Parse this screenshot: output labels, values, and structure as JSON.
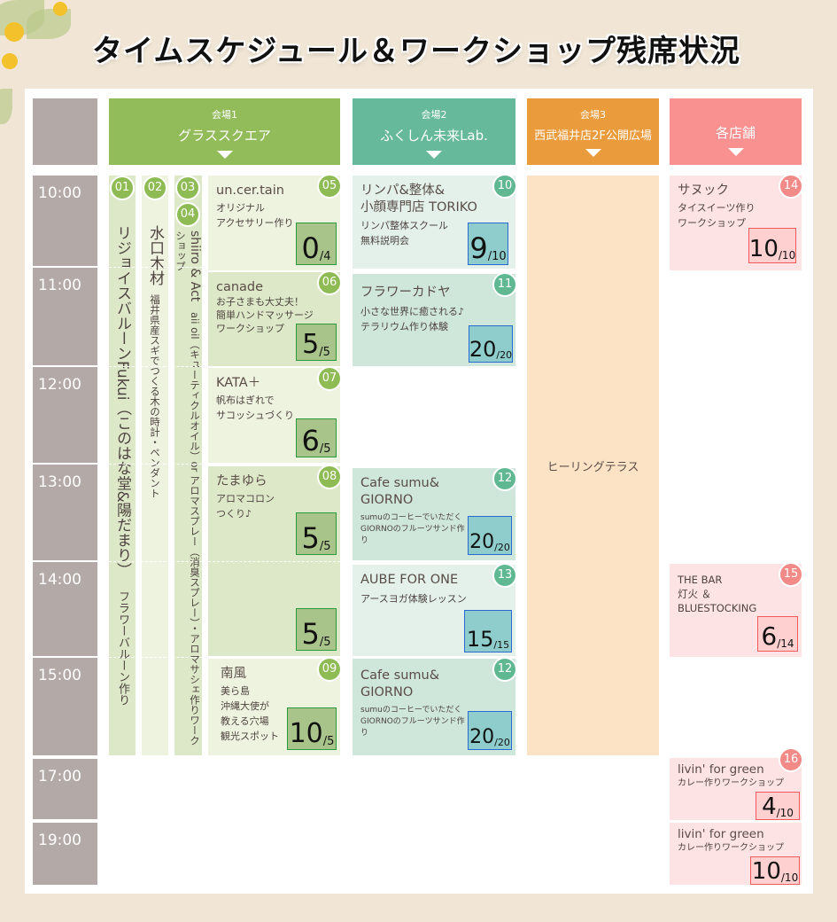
{
  "title": "タイムスケジュール＆ワークショップ残席状況",
  "venues": [
    {
      "label": "会場1",
      "name": "グラススクエア"
    },
    {
      "label": "会場2",
      "name": "ふくしん未来Lab."
    },
    {
      "label": "会場3",
      "name": "西武福井店2F公開広場"
    },
    {
      "label": "",
      "name": "各店舗"
    }
  ],
  "times": [
    "10:00",
    "11:00",
    "12:00",
    "13:00",
    "14:00",
    "15:00",
    "17:00",
    "19:00"
  ],
  "vertical": [
    {
      "num": "01",
      "name": "リジョイスバルーンFukui（このはな堂&陽だまり）",
      "desc": "フラワーバルーン作り"
    },
    {
      "num": "02",
      "name": "水口木材",
      "desc": "福井県産スギでつくる木の時計・ペンダント"
    },
    {
      "num": "03",
      "num2": "04",
      "name": "shiiro & Act",
      "desc": "aii oil（キューティクルオイル）or アロマスプレー（消臭スプレー）・アロマサシェ作りワークショップ"
    }
  ],
  "venue3_event": "ヒーリングテラス",
  "cards": [
    {
      "num": "05",
      "title": "un.cer.tain",
      "desc": [
        "オリジナル",
        "アクセサリー作り"
      ],
      "count": "0",
      "cap": "/4"
    },
    {
      "num": "06",
      "title": "canade",
      "desc": [
        "お子さまも大丈夫！",
        "簡単ハンドマッサージ",
        "ワークショップ"
      ],
      "count": "5",
      "cap": "/5"
    },
    {
      "num": "07",
      "title": "KATA＋",
      "desc": [
        "帆布はぎれで",
        "サコッシュづくり"
      ],
      "count": "6",
      "cap": "/5"
    },
    {
      "num": "08",
      "title": "たまゆら",
      "desc": [
        "アロマコロン",
        "つくり♪"
      ],
      "count": "5",
      "cap": "/5",
      "count2": "5",
      "cap2": "/5"
    },
    {
      "num": "09",
      "title": "南風",
      "desc": [
        "美ら島",
        "沖縄大使が",
        "教える穴場",
        "観光スポット"
      ],
      "count": "10",
      "cap": "/5"
    },
    {
      "num": "10",
      "title": "リンパ&整体&",
      "title2": "小顔専門店 TORIKO",
      "desc": [
        "リンパ整体スクール",
        "無料説明会"
      ],
      "count": "9",
      "cap": "/10"
    },
    {
      "num": "11",
      "title": "フラワーカドヤ",
      "desc": [
        "小さな世界に癒される♪",
        "テラリウム作り体験"
      ],
      "count": "20",
      "cap": "/20"
    },
    {
      "num": "12",
      "title": "Cafe sumu&",
      "title2": "GIORNO",
      "desc": [
        "sumuのコーヒーでいただく",
        "GIORNOのフルーツサンド作り"
      ],
      "count": "20",
      "cap": "/20"
    },
    {
      "num": "13",
      "title": "AUBE FOR ONE",
      "desc": [
        "アースヨガ体験レッスン"
      ],
      "count": "15",
      "cap": "/15"
    },
    {
      "num": "12",
      "title": "Cafe sumu&",
      "title2": "GIORNO",
      "desc": [
        "sumuのコーヒーでいただく",
        "GIORNOのフルーツサンド作り"
      ],
      "count": "20",
      "cap": "/20"
    },
    {
      "num": "14",
      "title": "サヌック",
      "desc": [
        "タイスイーツ作り",
        "ワークショップ"
      ],
      "count": "10",
      "cap": "/10"
    },
    {
      "num": "15",
      "title": "THE BAR",
      "desc": [
        "灯火 ＆",
        "BLUESTOCKING"
      ],
      "count": "6",
      "cap": "/14"
    },
    {
      "num": "16",
      "title": "livin' for green",
      "desc": [
        "カレー作りワークショップ"
      ],
      "count": "4",
      "cap": "/10"
    },
    {
      "title": "livin' for green",
      "desc": [
        "カレー作りワークショップ"
      ],
      "count": "10",
      "cap": "/10"
    }
  ],
  "colors": {
    "venue1": "#92bb5a",
    "venue2": "#66b99a",
    "venue3": "#ea9b3b",
    "shops": "#f89190",
    "time": "#b3a9a6"
  }
}
